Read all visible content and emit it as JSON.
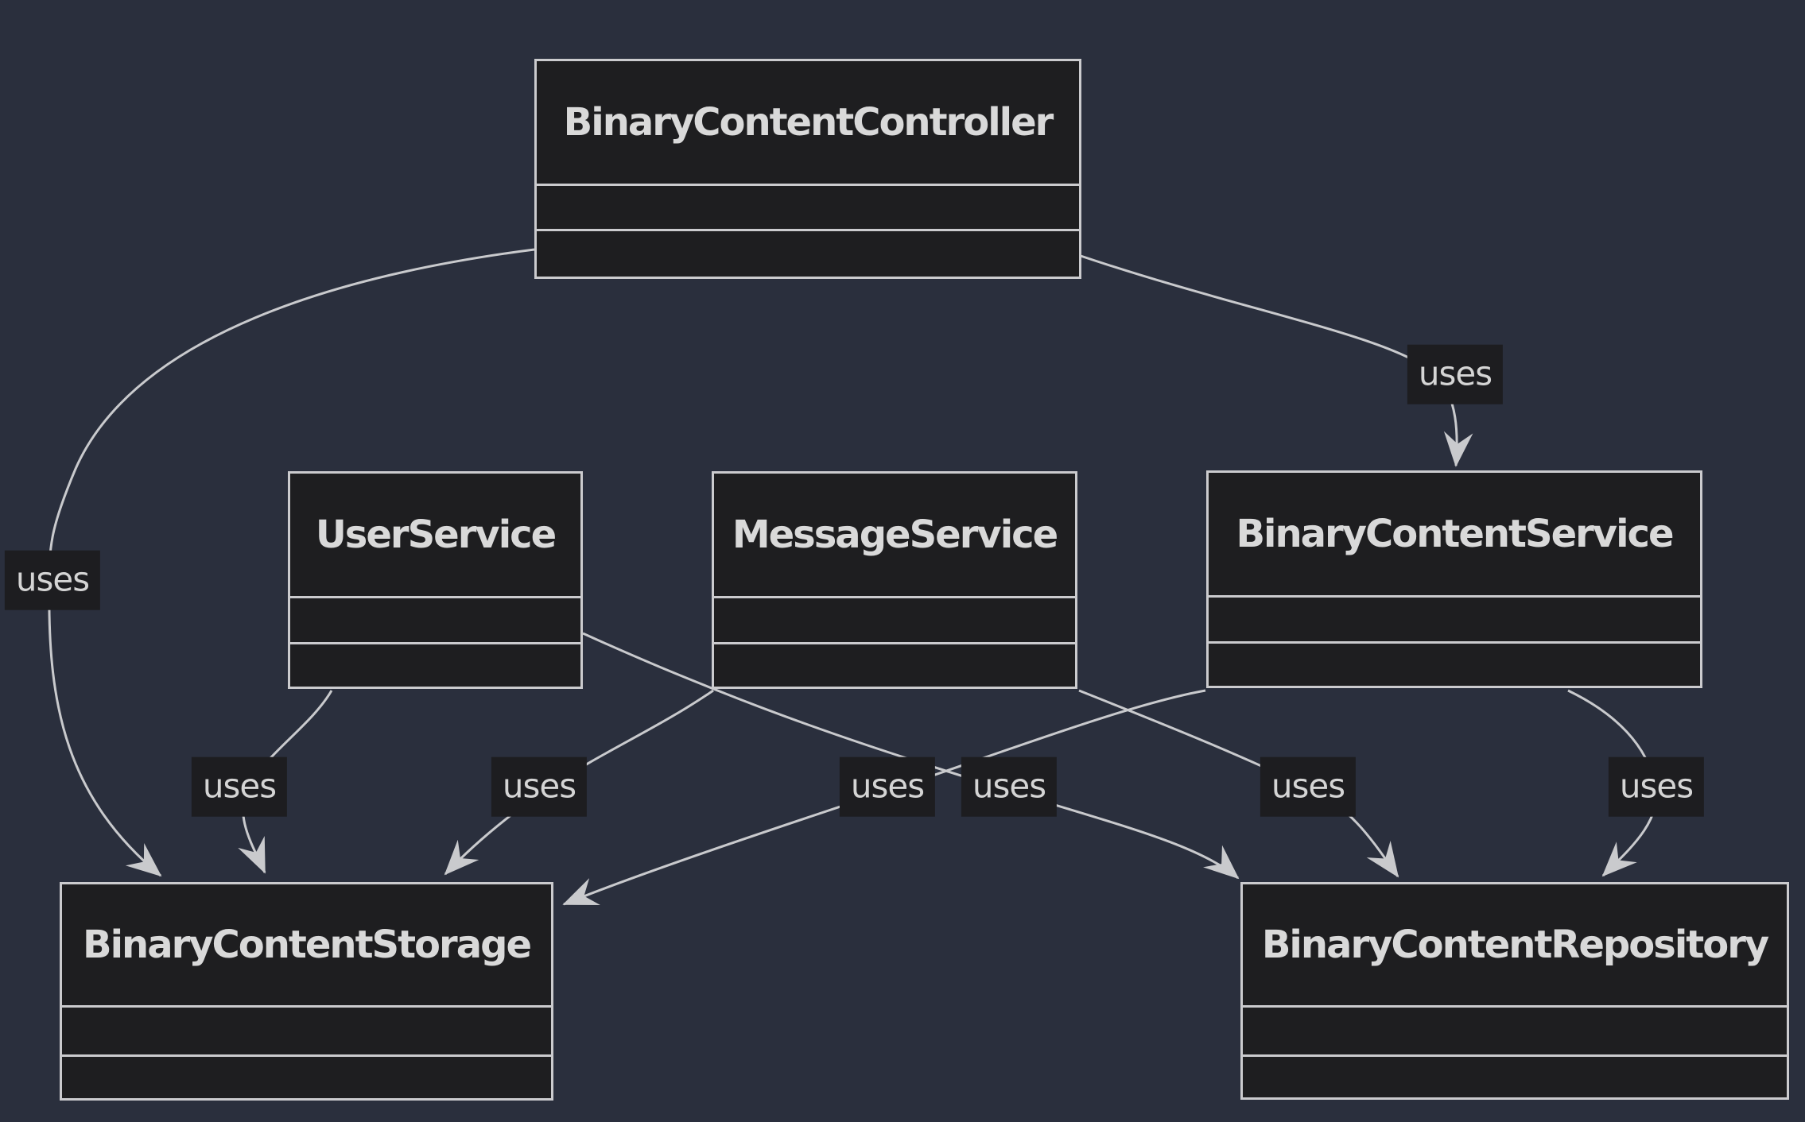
{
  "diagram": {
    "type": "uml-class-diagram",
    "classes": [
      {
        "name": "BinaryContentController"
      },
      {
        "name": "UserService"
      },
      {
        "name": "MessageService"
      },
      {
        "name": "BinaryContentService"
      },
      {
        "name": "BinaryContentStorage"
      },
      {
        "name": "BinaryContentRepository"
      }
    ],
    "edges": [
      {
        "from": "BinaryContentController",
        "to": "BinaryContentService",
        "label": "uses"
      },
      {
        "from": "BinaryContentController",
        "to": "BinaryContentStorage",
        "label": "uses"
      },
      {
        "from": "UserService",
        "to": "BinaryContentStorage",
        "label": "uses"
      },
      {
        "from": "MessageService",
        "to": "BinaryContentStorage",
        "label": "uses"
      },
      {
        "from": "BinaryContentService",
        "to": "BinaryContentStorage",
        "label": "uses"
      },
      {
        "from": "UserService",
        "to": "BinaryContentRepository",
        "label": "uses"
      },
      {
        "from": "MessageService",
        "to": "BinaryContentRepository",
        "label": "uses"
      },
      {
        "from": "BinaryContentService",
        "to": "BinaryContentRepository",
        "label": "uses"
      }
    ],
    "colors": {
      "background": "#2a2f3d",
      "node_fill": "#1e1e20",
      "node_border": "#cbcbce",
      "edge_stroke": "#c9cacd",
      "text": "#d9d9d9"
    }
  }
}
